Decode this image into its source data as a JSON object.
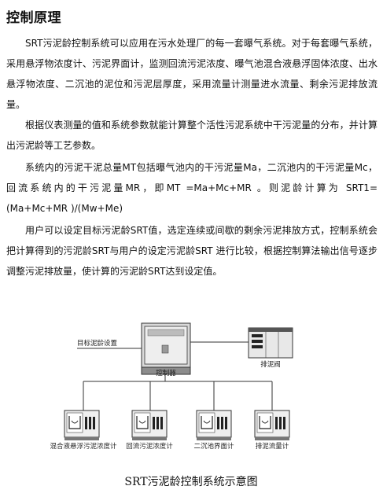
{
  "title": "控制原理",
  "paragraphs": [
    "SRT污泥龄控制系统可以应用在污水处理厂的每一套曝气系统。对于每套曝气系统，采用悬浮物浓度计、污泥界面计，监测回流污泥浓度、曝气池混合液悬浮固体浓度、出水悬浮物浓度、二沉池的泥位和污泥层厚度，采用流量计测量进水流量、剩余污泥排放流量。",
    "根据仪表测量的值和系统参数就能计算整个活性污泥系统中干污泥量的分布，并计算出污泥龄等工艺参数。",
    "系统内的污泥干泥总量MT包括曝气池内的干污泥量Ma，二沉池内的干污泥量Mc，回流系统内的干污泥量MR，即MT =Ma+Mc+MR 。则泥龄计算为  SRT1=(Ma+Mc+MR )/(Mw+Me)",
    "用户可以设定目标污泥龄SRT值，选定连续或间歇的剩余污泥排放方式，控制系统会把计算得到的污泥龄SRT与用户的设定污泥龄SRT 进行比较，根据控制算法输出信号逐步调整污泥排放量，使计算的污泥龄SRT达到设定值。"
  ],
  "diagram": {
    "input_label": "目标泥龄设置",
    "controller_label": "控制器",
    "valve_label": "排泥阀",
    "instruments": [
      "混合液悬浮污泥浓度计",
      "回流污泥浓度计",
      "二沉池界面计",
      "排泥流量计"
    ],
    "caption": "SRT污泥龄控制系统示意图"
  }
}
